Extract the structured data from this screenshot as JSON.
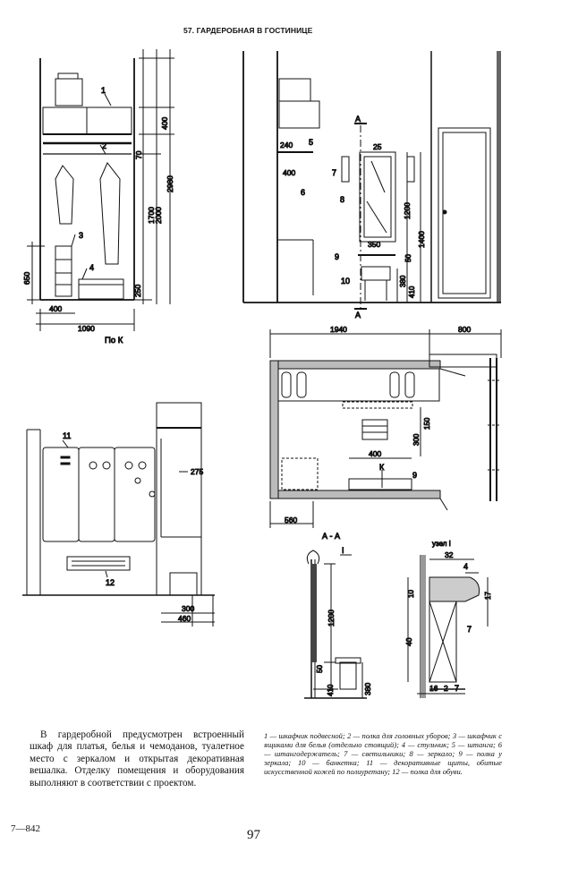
{
  "header": {
    "title": "57. ГАРДЕРОБНАЯ В ГОСТИНИЦЕ"
  },
  "drawing": {
    "plan_caption": "По К",
    "section_label": "А - А",
    "detail_label": "узел I",
    "marks": {
      "a": "А",
      "k": "К",
      "roman1": "I",
      "n1": "1",
      "n2": "2",
      "n3": "3",
      "n4": "4",
      "n5": "5",
      "n6": "6",
      "n7": "7",
      "n8": "8",
      "n9": "9",
      "n10": "10",
      "n11": "11",
      "n12": "12"
    },
    "dims": {
      "d400": "400",
      "d70": "70",
      "d1700": "1700",
      "d2000": "2000",
      "d2980": "2980",
      "d650": "650",
      "d250": "250",
      "d1090": "1090",
      "d240": "240",
      "d25": "25",
      "d1200": "1200",
      "d1400": "1400",
      "d350": "350",
      "d50": "50",
      "d380": "380",
      "d410": "410",
      "d1940": "1940",
      "d800": "800",
      "d300": "300",
      "d150": "150",
      "d560": "560",
      "d275": "275",
      "d460": "460",
      "d32": "32",
      "d10": "10",
      "d17": "17",
      "d40": "40",
      "d16": "16",
      "d2": "2"
    }
  },
  "text": {
    "body": "В гардеробной предусмотрен встроенный шкаф для платья, белья и чемоданов, туалетное место с зеркалом и открытая декоративная вешалка. Отделку помещения и оборудования выполняют в соответствии с проектом.",
    "legend": "1 — шкафчик подвесной; 2 — полка для головных уборов; 3 — шкафчик с ящиками для белья (отдельно стоящий); 4 — стульчик; 5 — штанга; 6 — штангодержатель; 7 — светильники; 8 — зеркало; 9 — полка у зеркала; 10 — банкетка; 11 — декоративные щиты, обитые искусственной кожей по полиуретану; 12 — полка для обуви."
  },
  "footer": {
    "code": "7—842",
    "page_number": "97"
  }
}
